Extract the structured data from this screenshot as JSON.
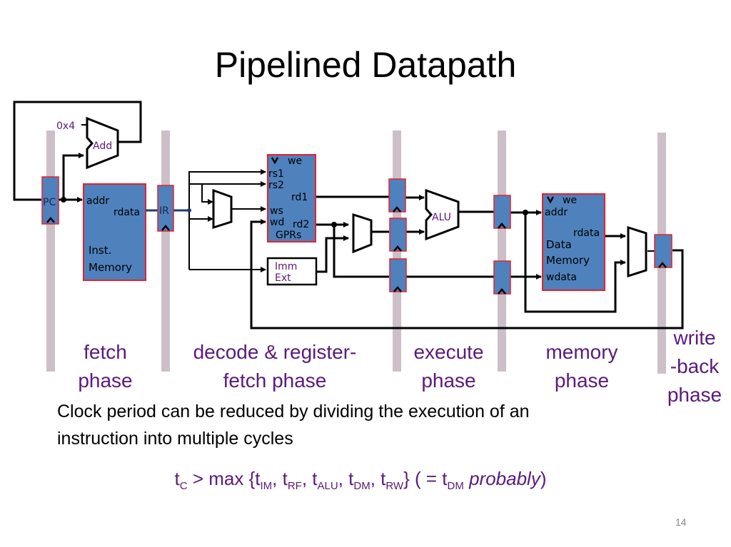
{
  "slide": {
    "title": "Pipelined Datapath",
    "page_number": "14"
  },
  "colors": {
    "block_fill": "#4f81bd",
    "block_border": "#e8202a",
    "pipeline_bar": "#cdbfc8",
    "wire": "#000000",
    "phase_text": "#5b1a7c",
    "label_text": "#5b1a7c"
  },
  "diagram": {
    "const_label": "0x4",
    "adder_label": "Add",
    "pc_label": "PC",
    "ir_label": "IR",
    "inst_mem": {
      "port_addr": "addr",
      "port_rdata": "rdata",
      "name_line1": "Inst.",
      "name_line2": "Memory"
    },
    "gprs": {
      "port_we": "we",
      "port_rs1": "rs1",
      "port_rs2": "rs2",
      "port_rd1": "rd1",
      "port_ws": "ws",
      "port_wd": "wd",
      "port_rd2": "rd2",
      "name": "GPRs"
    },
    "imm_ext": {
      "line1": "Imm",
      "line2": "Ext"
    },
    "alu_label": "ALU",
    "data_mem": {
      "port_we": "we",
      "port_addr": "addr",
      "port_rdata": "rdata",
      "name_line1": "Data",
      "name_line2": "Memory",
      "port_wdata": "wdata"
    }
  },
  "phases": [
    {
      "line1": "fetch",
      "line2": "phase"
    },
    {
      "line1": "decode & register-",
      "line2": "fetch phase"
    },
    {
      "line1": "execute",
      "line2": "phase"
    },
    {
      "line1": "memory",
      "line2": "phase"
    },
    {
      "line1": "write",
      "line2": "-back",
      "line3": "phase"
    }
  ],
  "note": {
    "line1": "Clock period can be reduced by dividing the execution of an",
    "line2": "instruction into multiple cycles"
  },
  "formula": {
    "t": "t",
    "c_sub": "C",
    "gt_max": " > max {t",
    "im_sub": "IM",
    "sep1": ", t",
    "rf_sub": "RF",
    "sep2": ", t",
    "alu_sub": "ALU",
    "sep3": ", t",
    "dm_sub": "DM",
    "sep4": ", t",
    "rw_sub": "RW",
    "mid": "} ( = t",
    "dm2_sub": "DM",
    "probably": "probably",
    "close": ")"
  }
}
